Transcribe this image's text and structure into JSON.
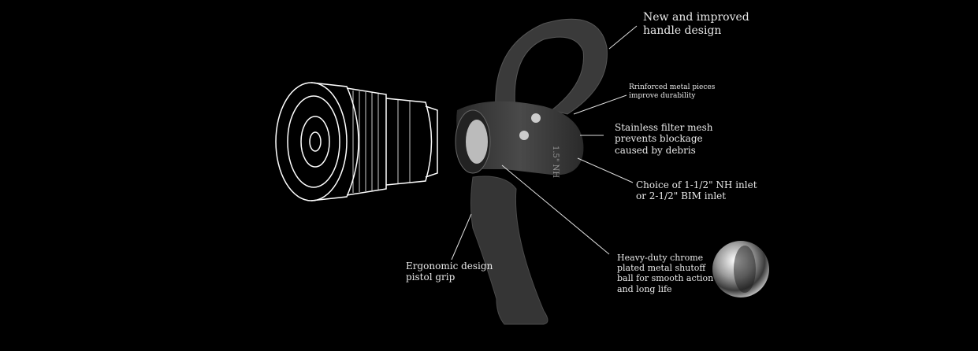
{
  "callouts": {
    "handle": "New and improved\nhandle design",
    "metal": "Rrinforced metal pieces\nimprove durability",
    "filter": "Stainless filter mesh\nprevents blockage\ncaused by debris",
    "inlet": "Choice of 1-1/2\" NH inlet\nor 2-1/2\" BIM inlet",
    "ball": "Heavy-duty chrome\nplated metal shutoff\nball for smooth action\nand long life",
    "grip": "Ergonomic design\npistol grip"
  },
  "product_marking": "1.5\" NH",
  "colors": {
    "background": "#000000",
    "text": "#e8e8e8",
    "body": "#3a3a3a"
  }
}
